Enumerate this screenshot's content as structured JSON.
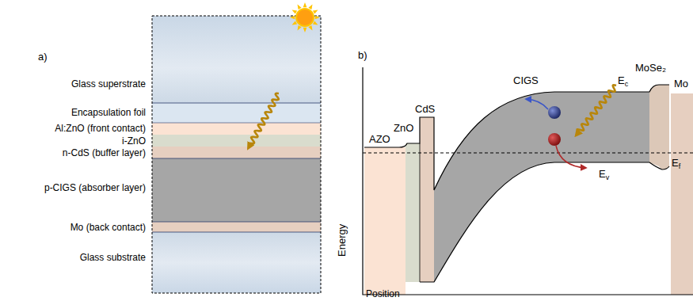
{
  "diagram": {
    "nodes": [
      {
        "text": [
          "Glass superstrate"
        ]
      },
      {
        "text": [
          "Encapsulation foil"
        ]
      },
      {
        "text": [
          "Al:ZnO (front contact)"
        ]
      },
      {
        "text": [
          "i-ZnO"
        ]
      },
      {
        "text": [
          "n-CdS (buffer layer)"
        ]
      },
      {
        "text": [
          "p-CIGS (absorber layer)"
        ]
      },
      {
        "text": [
          "Mo (back contact)"
        ]
      },
      {
        "text": [
          "Glass substrate"
        ]
      }
    ],
    "labels": [
      "a)",
      "b)",
      "AZO",
      "ZnO",
      "CdS",
      "CIGS",
      "Ec",
      "MoSe₂",
      "Mo",
      "Ef",
      "Ev",
      "Energy",
      "Position"
    ]
  }
}
